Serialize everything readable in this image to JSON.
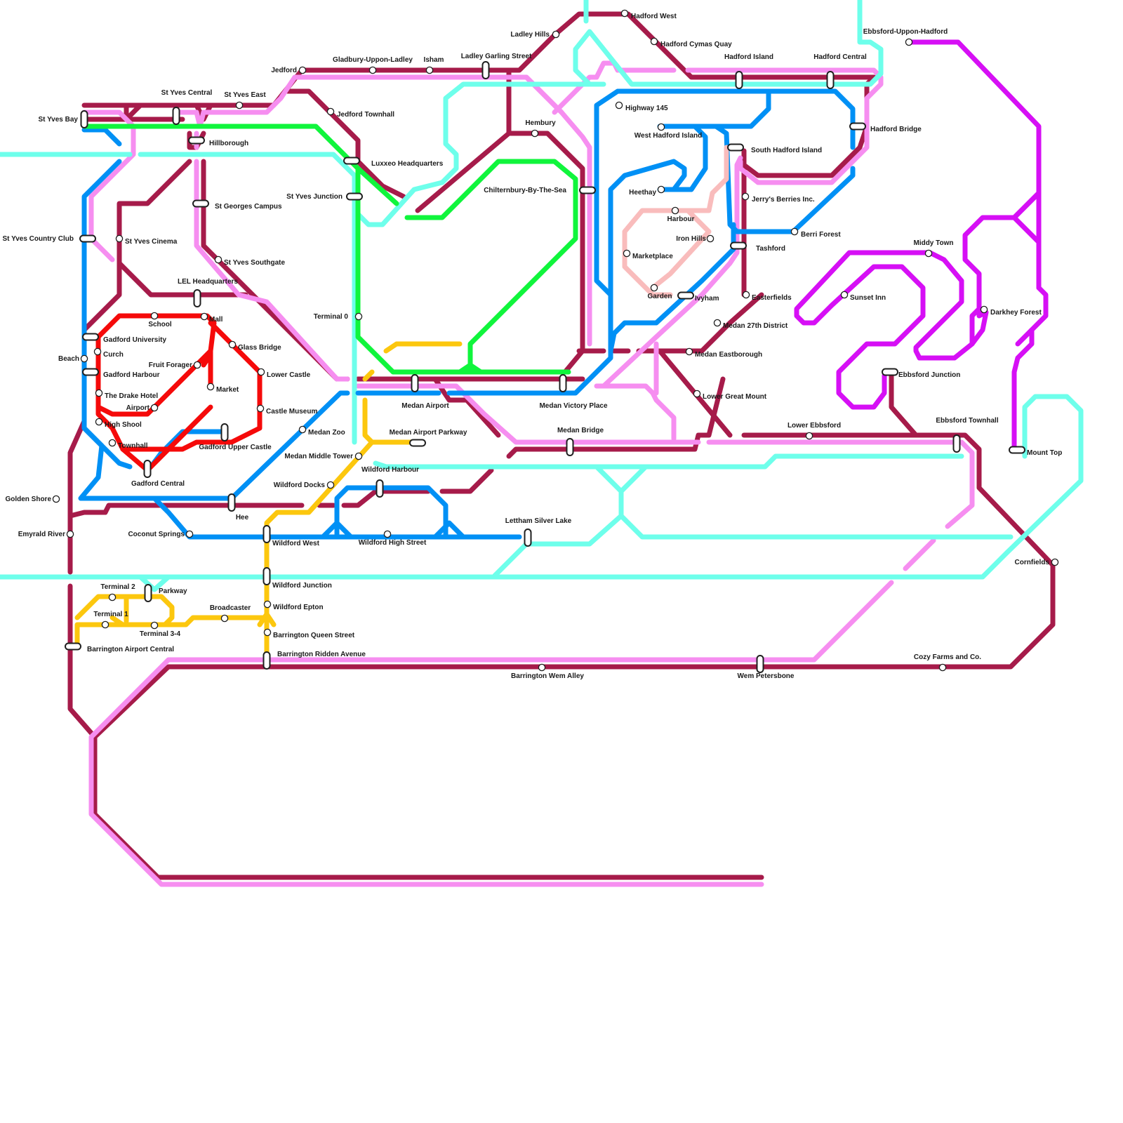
{
  "colors": {
    "maroon": "#a61b4a",
    "pink": "#f68ef0",
    "cyan": "#6effeb",
    "blue": "#0090f5",
    "green": "#10f53c",
    "red": "#f50a0a",
    "yellow": "#fcc70e",
    "magenta": "#d60ff5",
    "salmon": "#f9bcbc"
  },
  "lines": [
    {
      "id": "maroon-line",
      "color": "maroon"
    },
    {
      "id": "pink-line",
      "color": "pink"
    },
    {
      "id": "cyan-line",
      "color": "cyan"
    },
    {
      "id": "blue-line",
      "color": "blue"
    },
    {
      "id": "green-line",
      "color": "green"
    },
    {
      "id": "red-line",
      "color": "red"
    },
    {
      "id": "yellow-line",
      "color": "yellow"
    },
    {
      "id": "magenta-line",
      "color": "magenta"
    },
    {
      "id": "salmon-line",
      "color": "salmon"
    }
  ],
  "stations": [
    "Hadford West",
    "Ladley Hills",
    "Hadford Cymas Quay",
    "Ebbsford-Uppon-Hadford",
    "Jedford",
    "Gladbury-Uppon-Ladley",
    "Isham",
    "Ladley Garling Street",
    "Hadford Island",
    "Hadford Central",
    "St Yves Central",
    "St Yves East",
    "St Yves Bay",
    "Jedford Townhall",
    "Highway 145",
    "Hadford Bridge",
    "Hillborough",
    "Hembury",
    "West Hadford Island",
    "South Hadford Island",
    "Luxxeo Headquarters",
    "Heethay",
    "Chilternbury-By-The-Sea",
    "St Yves Junction",
    "Jerry's Berries Inc.",
    "St Georges Campus",
    "Harbour",
    "Berri Forest",
    "St Yves Country Club",
    "St Yves Cinema",
    "Iron Hills",
    "Middy Town",
    "Tashford",
    "Marketplace",
    "St Yves Southgate",
    "LEL Headquarters",
    "Garden",
    "Ivyham",
    "Easterfields",
    "Sunset Inn",
    "Darkhey Forest",
    "Terminal 0",
    "Mall",
    "School",
    "Medan 27th District",
    "Gadford University",
    "Glass Bridge",
    "Curch",
    "Medan Eastborough",
    "Beach",
    "Fruit Forager",
    "Gadford Harbour",
    "Lower Castle",
    "Ebbsford Junction",
    "Market",
    "The Drake Hotel",
    "Lower Great Mount",
    "Medan Airport",
    "Airport",
    "Medan Victory Place",
    "Castle Museum",
    "High Shool",
    "Lower Ebbsford",
    "Ebbsford Townhall",
    "Medan Zoo",
    "Medan Airport Parkway",
    "Medan Bridge",
    "Townhall",
    "Gadford Upper Castle",
    "Mount Top",
    "Medan Middle Tower",
    "Gadford Central",
    "Wildford Harbour",
    "Wildford Docks",
    "Golden Shore",
    "Hee",
    "Lettham Silver Lake",
    "Emyrald River",
    "Coconut Springs",
    "Wildford West",
    "Wildford High Street",
    "Cornfields",
    "Terminal 2",
    "Parkway",
    "Wildford Junction",
    "Wildford Epton",
    "Broadcaster",
    "Terminal 1",
    "Terminal 3-4",
    "Barrington Queen Street",
    "Barrington Airport Central",
    "Barrington Ridden Avenue",
    "Cozy Farms and Co.",
    "Barrington Wem Alley",
    "Wem Petersbone"
  ]
}
